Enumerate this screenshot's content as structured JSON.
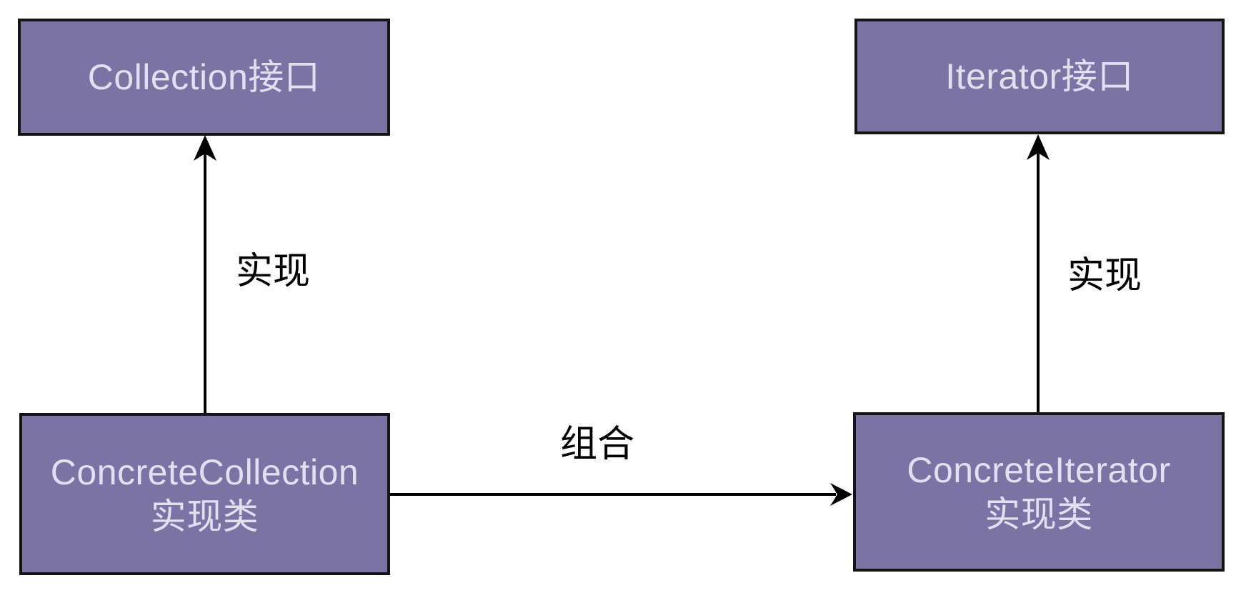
{
  "diagram": {
    "description": "Iterator design pattern relationship diagram",
    "colors": {
      "background": "#ffffff",
      "node_fill": "#7a73a4",
      "node_border": "#141414",
      "node_text": "#e4def1",
      "arrow": "#000000"
    },
    "nodes": {
      "collection_interface": {
        "label": "Collection接口"
      },
      "iterator_interface": {
        "label": "Iterator接口"
      },
      "concrete_collection": {
        "line1": "ConcreteCollection",
        "line2": "实现类"
      },
      "concrete_iterator": {
        "line1": "ConcreteIterator",
        "line2": "实现类"
      }
    },
    "edges": {
      "implements_left": {
        "label": "实现",
        "from": "ConcreteCollection实现类",
        "to": "Collection接口"
      },
      "implements_right": {
        "label": "实现",
        "from": "ConcreteIterator实现类",
        "to": "Iterator接口"
      },
      "composition": {
        "label": "组合",
        "from": "ConcreteCollection实现类",
        "to": "ConcreteIterator实现类"
      }
    }
  }
}
